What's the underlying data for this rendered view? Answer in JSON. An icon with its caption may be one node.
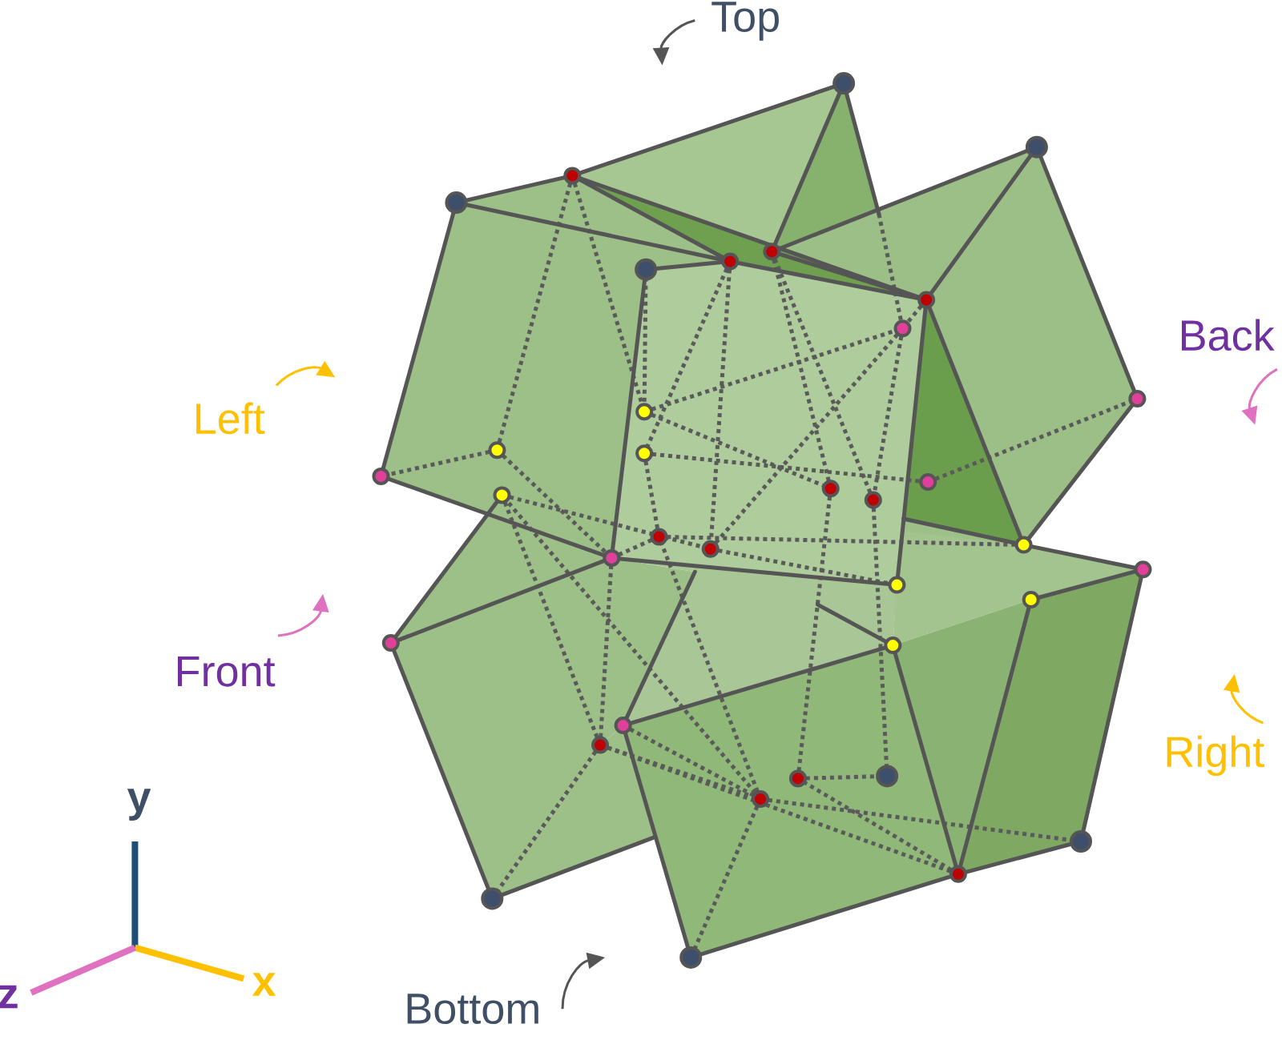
{
  "diagram": {
    "labels": [
      "Top",
      "Back",
      "Left",
      "Front",
      "Right",
      "Bottom",
      "y",
      "x",
      "z"
    ]
  }
}
